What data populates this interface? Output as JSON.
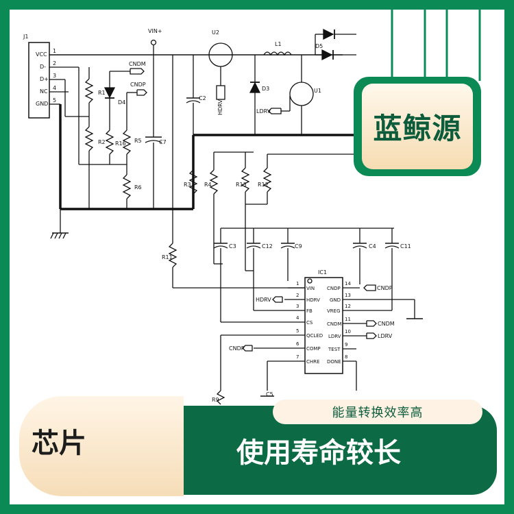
{
  "brand": {
    "name": "蓝鲸源"
  },
  "labels": {
    "left": "芯片",
    "bar": "使用寿命较长",
    "tag": "能量转换效率高"
  },
  "schematic": {
    "connector": {
      "ref": "J1",
      "pins": [
        "VCC",
        "D-",
        "D+",
        "NC",
        "GND"
      ],
      "nums": [
        "1",
        "2",
        "3",
        "4",
        "5"
      ]
    },
    "vin": "VIN+",
    "parts": {
      "U2": "U2",
      "L1": "L1",
      "D5": "D5",
      "D3": "D3",
      "U1": "U1",
      "R1": "R1",
      "R2": "R2",
      "R3": "R3",
      "R4": "R4",
      "R5": "R5",
      "R6": "R6",
      "R11": "R11",
      "R12": "R12",
      "R13": "R13",
      "R16": "R16",
      "R9": "R9",
      "D4": "D4",
      "C2": "C2",
      "C7": "C7",
      "C3": "C3",
      "C12": "C12",
      "C9": "C9",
      "C4": "C4",
      "C11": "C11",
      "C5": "C5",
      "IC1": "IC1"
    },
    "nets": {
      "cndm": "CNDM",
      "cndp": "CNDP",
      "hdrv": "HDRV",
      "ldrv": "LDRV"
    },
    "ic": {
      "left_pins": [
        {
          "num": "1",
          "name": "VIN"
        },
        {
          "num": "2",
          "name": "HDRV"
        },
        {
          "num": "3",
          "name": "FB"
        },
        {
          "num": "4",
          "name": "CS"
        },
        {
          "num": "5",
          "name": "QCLED"
        },
        {
          "num": "6",
          "name": "COMP"
        },
        {
          "num": "7",
          "name": "CHRE"
        }
      ],
      "right_pins": [
        {
          "num": "14",
          "name": "CNDP"
        },
        {
          "num": "13",
          "name": "GND"
        },
        {
          "num": "12",
          "name": "VREG"
        },
        {
          "num": "11",
          "name": "CNDM"
        },
        {
          "num": "10",
          "name": "LDRV"
        },
        {
          "num": "9",
          "name": "TEST"
        },
        {
          "num": "8",
          "name": "DONE"
        }
      ]
    }
  },
  "colors": {
    "green": "#0b8a55",
    "dark_green": "#0c6b44",
    "cream": "#fdf2e4"
  }
}
